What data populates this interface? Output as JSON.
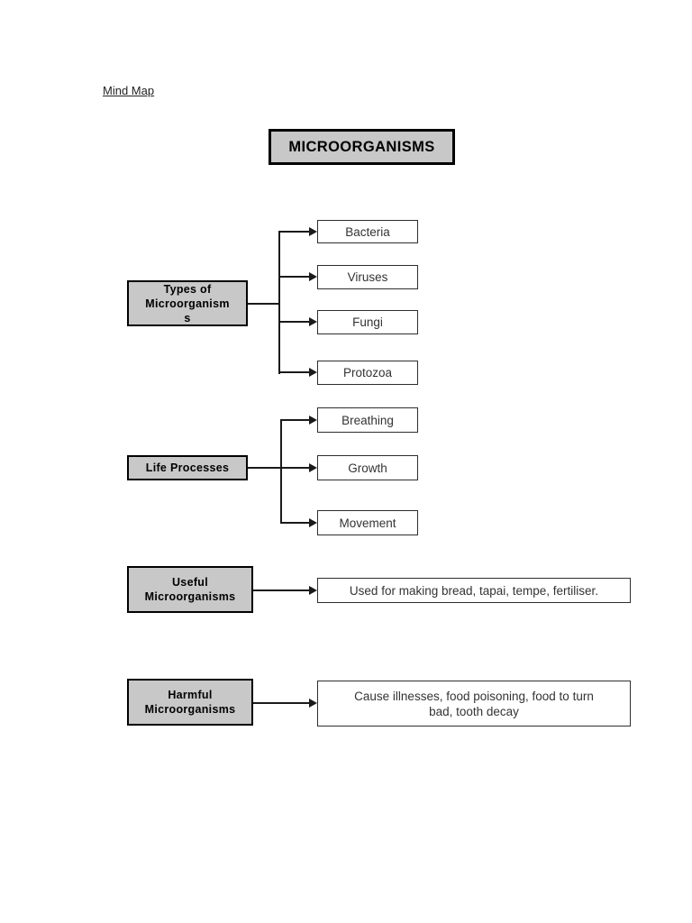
{
  "document": {
    "heading": "Mind Map"
  },
  "mindmap": {
    "root": "MICROORGANISMS",
    "nodes": {
      "types": "Types of\nMicroorganism\ns",
      "bacteria": "Bacteria",
      "viruses": "Viruses",
      "fungi": "Fungi",
      "protozoa": "Protozoa",
      "life": "Life Processes",
      "breathing": "Breathing",
      "growth": "Growth",
      "movement": "Movement",
      "useful": "Useful\nMicroorganisms",
      "useful_desc": "Used for making bread, tapai, tempe, fertiliser.",
      "harmful": "Harmful\nMicroorganisms",
      "harmful_desc": "Cause illnesses, food poisoning, food to turn\nbad, tooth decay"
    }
  },
  "colors": {
    "node_fill": "#c8c8c8",
    "node_border": "#000000",
    "leaf_fill": "#ffffff",
    "leaf_border": "#2e2e2e",
    "line": "#1a1a1a",
    "text": "#1f1f1f"
  }
}
